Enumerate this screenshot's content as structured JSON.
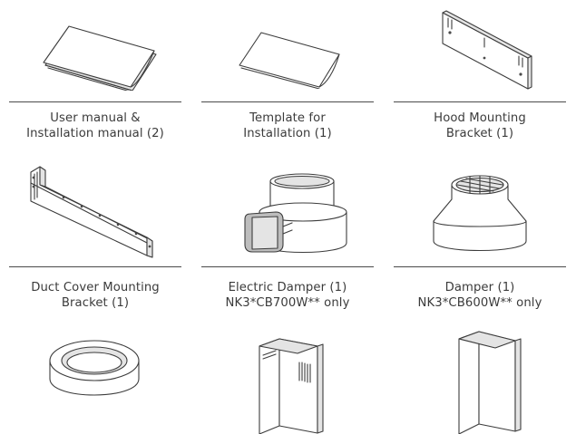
{
  "items": [
    {
      "illustration": "manual-booklet-icon",
      "label_lines": [
        "User manual &",
        "Installation manual (2)"
      ]
    },
    {
      "illustration": "template-sheet-icon",
      "label_lines": [
        "Template for",
        "Installation (1)"
      ]
    },
    {
      "illustration": "hood-bracket-icon",
      "label_lines": [
        "Hood Mounting",
        "Bracket (1)"
      ]
    },
    {
      "illustration": "duct-bracket-icon",
      "label_lines": [
        "Duct Cover Mounting",
        "Bracket (1)"
      ]
    },
    {
      "illustration": "electric-damper-icon",
      "label_lines": [
        "Electric Damper (1)",
        "NK3*CB700W** only"
      ]
    },
    {
      "illustration": "damper-icon",
      "label_lines": [
        "Damper (1)",
        "NK3*CB600W** only"
      ]
    },
    {
      "illustration": "duct-ring-icon",
      "label_lines": []
    },
    {
      "illustration": "duct-cover-vented-icon",
      "label_lines": []
    },
    {
      "illustration": "duct-cover-icon",
      "label_lines": []
    }
  ]
}
